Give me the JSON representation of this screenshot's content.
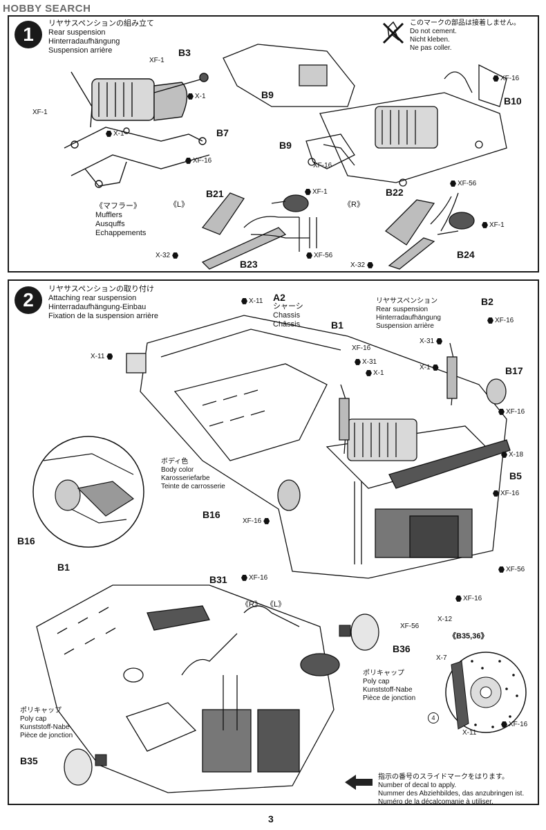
{
  "watermark": "HOBBY SEARCH",
  "page_number": "3",
  "step1": {
    "number": "1",
    "title_jp": "リヤサスペンションの組み立て",
    "title_en": "Rear suspension",
    "title_de": "Hinterradaufhängung",
    "title_fr": "Suspension arrière",
    "no_cement": {
      "jp": "このマークの部品は接着しません。",
      "en": "Do not cement.",
      "de": "Nicht kleben.",
      "fr": "Ne pas coller."
    },
    "parts": {
      "b3": "B3",
      "b7": "B7",
      "b9a": "B9",
      "b9b": "B9",
      "b10": "B10",
      "b21": "B21",
      "b22": "B22",
      "b23": "B23",
      "b24": "B24"
    },
    "paints": {
      "xf1_a": "XF-1",
      "x1_a": "X-1",
      "xf1_b": "XF-1",
      "x1_b": "X-1",
      "xf16_a": "XF-16",
      "xf16_b": "XF-16",
      "xf16_c": "XF-16",
      "xf1_c": "XF-1",
      "x32_a": "X-32",
      "xf56_a": "XF-56",
      "xf56_b": "XF-56",
      "xf1_d": "XF-1",
      "x32_b": "X-32"
    },
    "mufflers": {
      "jp": "《マフラー》",
      "en": "Mufflers",
      "de": "Ausquffs",
      "fr": "Echappements"
    },
    "left": "《L》",
    "right": "《R》"
  },
  "step2": {
    "number": "2",
    "title_jp": "リヤサスペンションの取り付け",
    "title_en": "Attaching rear suspension",
    "title_de": "Hinterradaufhängung-Einbau",
    "title_fr": "Fixation de la suspension arrière",
    "chassis": {
      "part": "A2",
      "jp": "シャーシ",
      "en": "Chassis",
      "fr": "Châssis"
    },
    "rear_susp": {
      "jp": "リヤサスペンション",
      "en": "Rear suspension",
      "de": "Hinterradaufhängung",
      "fr": "Suspension arrière"
    },
    "body_color": {
      "jp": "ボディ色",
      "en": "Body color",
      "de": "Karosseriefarbe",
      "fr": "Teinte de carrosserie"
    },
    "poly_cap_a": {
      "jp": "ポリキャップ",
      "en": "Poly cap",
      "de": "Kunststoff-Nabe",
      "fr": "Pièce de jonction"
    },
    "poly_cap_b": {
      "jp": "ポリキャップ",
      "en": "Poly cap",
      "de": "Kunststoff-Nabe",
      "fr": "Pièce de jonction"
    },
    "decal_note": {
      "jp": "指示の番号のスライドマークをはります。",
      "en": "Number of decal to apply.",
      "de": "Nummer des Abziehbildes, das anzubringen ist.",
      "fr": "Numéro de la décalcomanie à utiliser."
    },
    "parts": {
      "b1a": "B1",
      "b1b": "B1",
      "b2": "B2",
      "b5": "B5",
      "b16a": "B16",
      "b16b": "B16",
      "b17": "B17",
      "b31": "B31",
      "b35": "B35",
      "b36": "B36",
      "b3536": "《B35,36》",
      "r": "《R》",
      "l": "《L》"
    },
    "paints": {
      "x11_a": "X-11",
      "x11_b": "X-11",
      "xf16_a": "XF-16",
      "x31_a": "X-31",
      "x1_a": "X-1",
      "xf16_b": "XF-16",
      "x31_b": "X-31",
      "x1_b": "X-1",
      "xf16_c": "XF-16",
      "x18": "X-18",
      "xf16_d": "XF-16",
      "xf16_e": "XF-16",
      "xf56_a": "XF-56",
      "xf16_f": "XF-16",
      "xf56_b": "XF-56",
      "x12": "X-12",
      "xf16_g": "XF-16",
      "x7": "X-7",
      "x11_c": "X-11",
      "xf16_h": "XF-16"
    },
    "decal_number": "4"
  }
}
